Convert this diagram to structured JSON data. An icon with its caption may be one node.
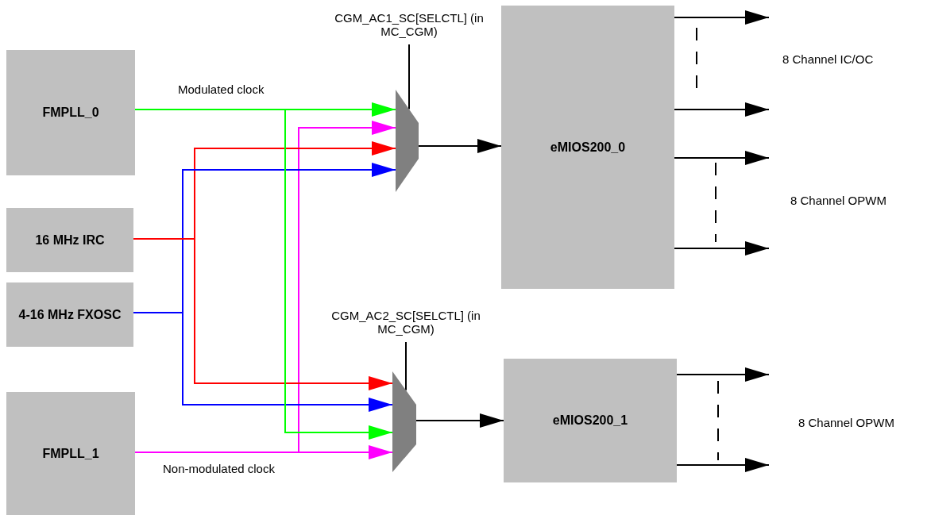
{
  "diagram": {
    "nodes": [
      {
        "text": [
          "FMPLL_0"
        ]
      },
      {
        "text": [
          "16 MHz IRC"
        ]
      },
      {
        "text": [
          "4-16 MHz FXOSC"
        ]
      },
      {
        "text": [
          "FMPLL_1"
        ]
      },
      {
        "text": [
          "CGM_AC1_SC[SELCTL] (in MC_CGM)"
        ]
      },
      {
        "text": [],
        "shape": "trapezoid"
      },
      {
        "text": [
          "eMIOS200_0"
        ]
      },
      {
        "text": [
          "CGM_AC2_SC[SELCTL] (in MC_CGM)"
        ]
      },
      {
        "text": [],
        "shape": "trapezoid"
      },
      {
        "text": [
          "eMIOS200_1"
        ]
      }
    ],
    "edges": [
      {
        "from": 0,
        "to": 5,
        "arrow": "to",
        "label": "Modulated clock",
        "color": "#00ff00"
      },
      {
        "from": 3,
        "to": 5,
        "arrow": "to",
        "color": "#ff00ff"
      },
      {
        "from": 1,
        "to": 5,
        "arrow": "to",
        "color": "#ff0000"
      },
      {
        "from": 2,
        "to": 5,
        "arrow": "to",
        "color": "#0000ff"
      },
      {
        "from": 1,
        "to": 8,
        "arrow": "to",
        "color": "#ff0000"
      },
      {
        "from": 2,
        "to": 8,
        "arrow": "to",
        "color": "#0000ff"
      },
      {
        "from": 0,
        "to": 8,
        "arrow": "to",
        "color": "#00ff00"
      },
      {
        "from": 3,
        "to": 8,
        "arrow": "to",
        "label": "Non-modulated clock",
        "color": "#ff00ff"
      },
      {
        "from": 5,
        "to": 6,
        "arrow": "to"
      },
      {
        "from": 8,
        "to": 9,
        "arrow": "to"
      },
      {
        "from": 4,
        "to": 5,
        "arrow": "none"
      },
      {
        "from": 7,
        "to": 8,
        "arrow": "none"
      },
      {
        "from": 6,
        "to": null,
        "arrow": "to"
      },
      {
        "from": 6,
        "to": null,
        "arrow": "to"
      },
      {
        "from": 6,
        "to": null,
        "arrow": "to"
      },
      {
        "from": 6,
        "to": null,
        "arrow": "to"
      },
      {
        "from": 9,
        "to": null,
        "arrow": "to"
      },
      {
        "from": 9,
        "to": null,
        "arrow": "to"
      }
    ],
    "labels": [
      "8 Channel IC/OC",
      "8 Channel OPWM",
      "8 Channel OPWM"
    ]
  }
}
